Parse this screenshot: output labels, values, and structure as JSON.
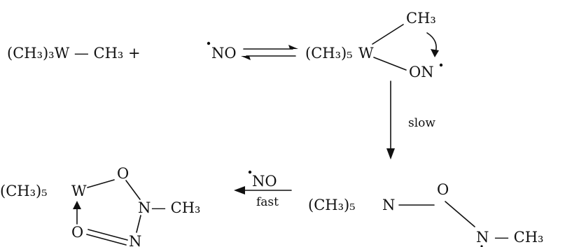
{
  "scheme": {
    "reactant_left": "(CH₃)₃W — CH₃ +",
    "no": "NO",
    "intermediate_prefix": "(CH₃)₅",
    "w": "W",
    "ch3": "CH₃",
    "on": "ON",
    "slow_label": "slow",
    "nitroso_prefix": "(CH₃)₅",
    "n": "N",
    "o": "O",
    "n2": "N",
    "ch3_2": "— CH₃",
    "fast_no": "NO",
    "fast_label": "fast",
    "product_prefix": "(CH₃)₅",
    "pw": "W",
    "po1": "O",
    "pn1": "N",
    "pch3": "— CH₃",
    "po2": "O",
    "pn2": "N"
  }
}
